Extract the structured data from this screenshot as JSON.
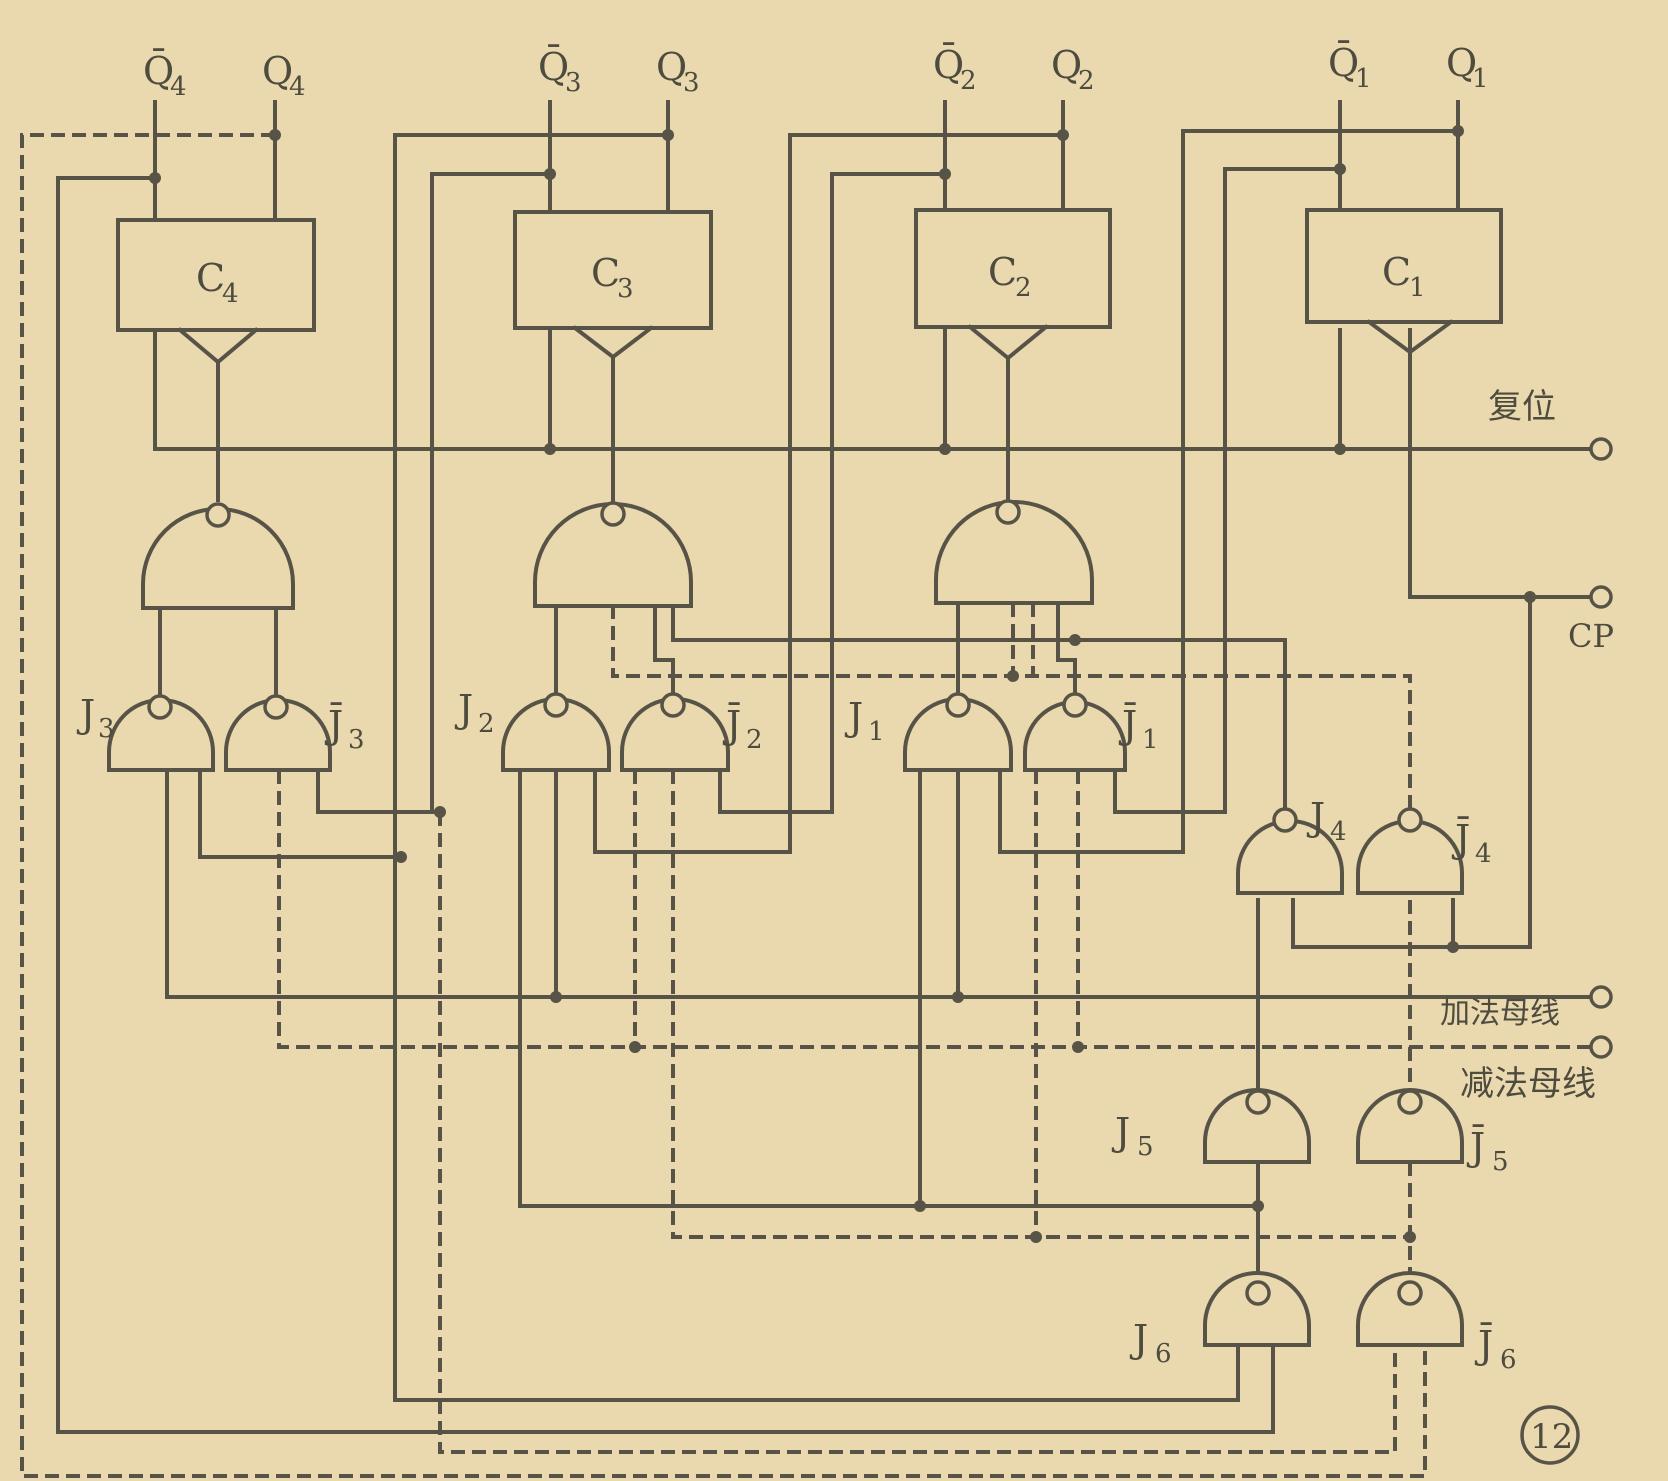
{
  "outputs": {
    "q4bar": "Q̄",
    "q4bar_sub": "4",
    "q4": "Q",
    "q4_sub": "4",
    "q3bar": "Q̄",
    "q3bar_sub": "3",
    "q3": "Q",
    "q3_sub": "3",
    "q2bar": "Q̄",
    "q2bar_sub": "2",
    "q2": "Q",
    "q2_sub": "2",
    "q1bar": "Q̄",
    "q1bar_sub": "1",
    "q1": "Q",
    "q1_sub": "1"
  },
  "blocks": {
    "c4": "C",
    "c4_sub": "4",
    "c3": "C",
    "c3_sub": "3",
    "c2": "C",
    "c2_sub": "2",
    "c1": "C",
    "c1_sub": "1"
  },
  "gates": {
    "j3": "J",
    "j3_sub": "3",
    "j3bar": "J̄",
    "j3bar_sub": "3",
    "j2": "J",
    "j2_sub": "2",
    "j2bar": "J̄",
    "j2bar_sub": "2",
    "j1": "J",
    "j1_sub": "1",
    "j1bar": "J̄",
    "j1bar_sub": "1",
    "j4": "J",
    "j4_sub": "4",
    "j4bar": "J̄",
    "j4bar_sub": "4",
    "j5": "J",
    "j5_sub": "5",
    "j5bar": "J̄",
    "j5bar_sub": "5",
    "j6": "J",
    "j6_sub": "6",
    "j6bar": "J̄",
    "j6bar_sub": "6"
  },
  "terminals": {
    "reset": "复位",
    "cp": "CP",
    "add_bus": "加法母线",
    "sub_bus": "减法母线"
  },
  "figure_number": "12"
}
